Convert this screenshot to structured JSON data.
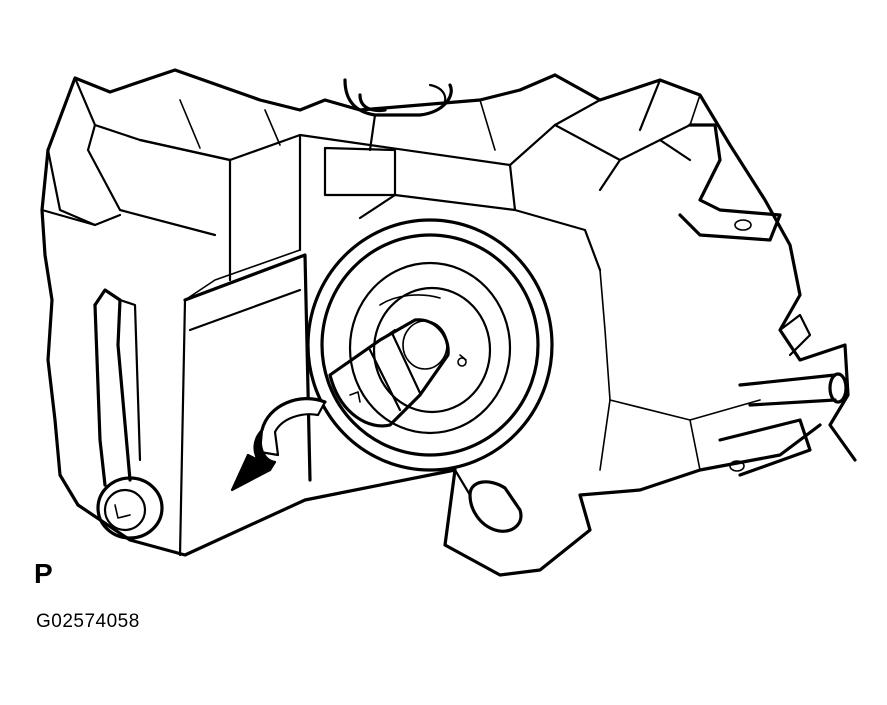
{
  "figure": {
    "view_marker": "P",
    "figure_id": "G02574058",
    "subject": "headlight-housing-bulb-socket",
    "arrow_direction": "counterclockwise"
  }
}
